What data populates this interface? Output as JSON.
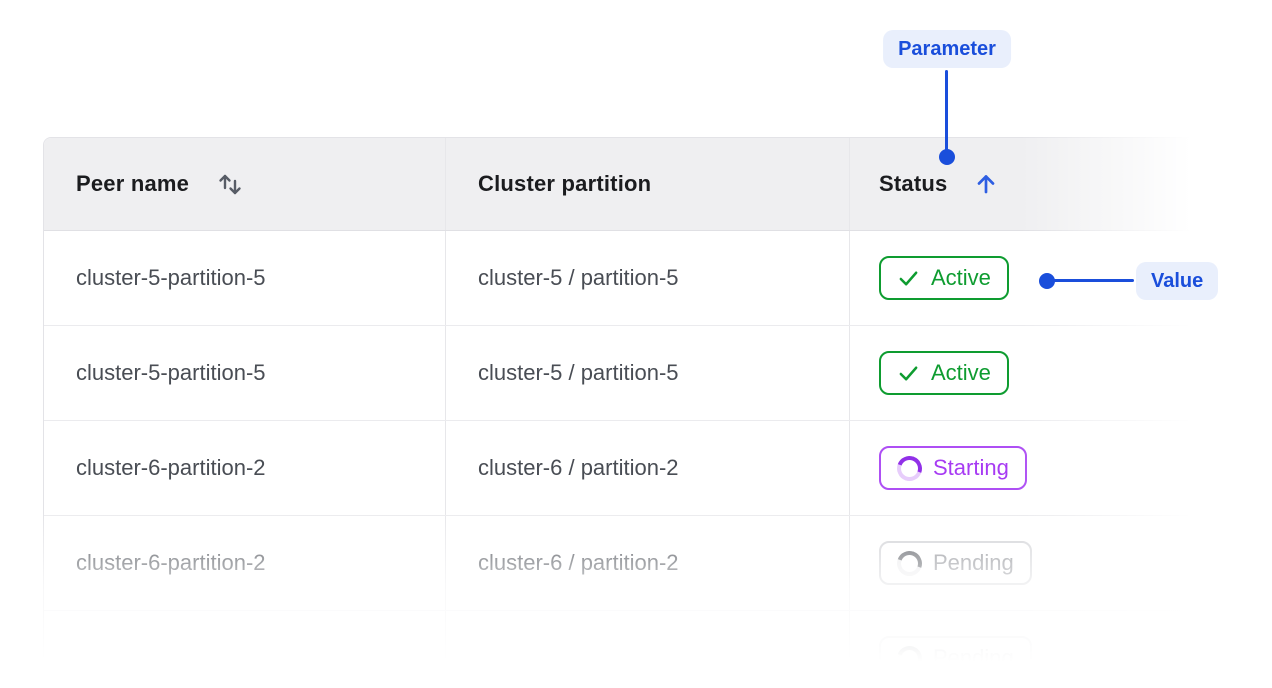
{
  "callouts": {
    "parameter": {
      "label": "Parameter"
    },
    "value": {
      "label": "Value"
    },
    "accent_color": "#1a4edb",
    "pill_background": "#e9effc"
  },
  "table": {
    "header": {
      "peer_name": {
        "label": "Peer name",
        "sort_state": "sortable",
        "sort_icon": "sort-arrows-icon"
      },
      "cluster_partition": {
        "label": "Cluster partition",
        "sort_state": "none"
      },
      "status": {
        "label": "Status",
        "sort_state": "ascending",
        "sort_icon": "arrow-up-icon"
      }
    },
    "rows": [
      {
        "peer_name": "cluster-5-partition-5",
        "cluster_partition": "cluster-5 / partition-5",
        "status": "Active",
        "status_kind": "active",
        "status_icon": "check-icon"
      },
      {
        "peer_name": "cluster-5-partition-5",
        "cluster_partition": "cluster-5 / partition-5",
        "status": "Active",
        "status_kind": "active",
        "status_icon": "check-icon"
      },
      {
        "peer_name": "cluster-6-partition-2",
        "cluster_partition": "cluster-6 / partition-2",
        "status": "Starting",
        "status_kind": "starting",
        "status_icon": "spinner-icon"
      },
      {
        "peer_name": "cluster-6-partition-2",
        "cluster_partition": "cluster-6 / partition-2",
        "status": "Pending",
        "status_kind": "pending",
        "status_icon": "spinner-icon"
      },
      {
        "peer_name": "",
        "cluster_partition": "",
        "status": "Pending",
        "status_kind": "pending",
        "status_icon": "spinner-icon"
      }
    ]
  },
  "colors": {
    "status_active": "#0e9c30",
    "status_starting": "#a73bf3",
    "status_pending": "#8e9096",
    "header_background": "#efeff1",
    "border": "#e3e3e7"
  }
}
